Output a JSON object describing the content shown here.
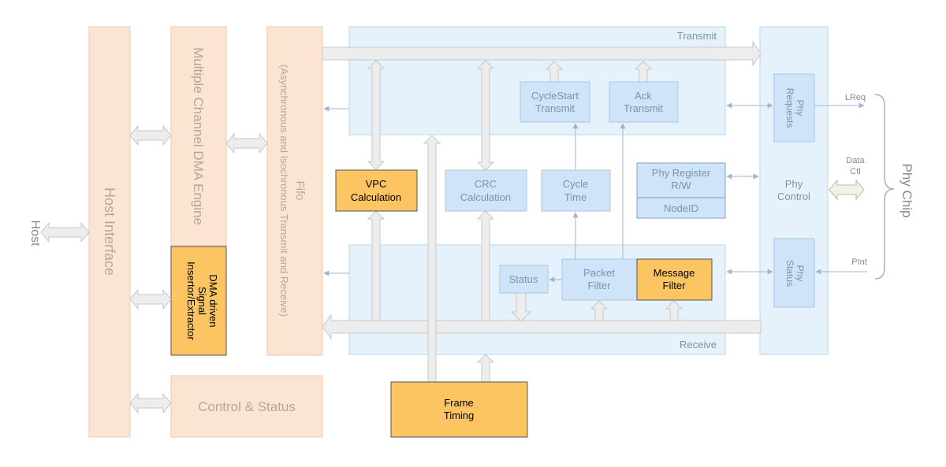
{
  "labels": {
    "host": "Host",
    "host_interface": "Host Interface",
    "dma_engine": "Multiple Channel DMA Engine",
    "dma_signal": [
      "DMA driven",
      "Signal",
      "Insertor/Extractor"
    ],
    "control_status": "Control & Status",
    "fifo": "Fifo",
    "fifo_sub": "(Asynchronous and Isochronous Transmit and Receive)",
    "transmit": "Transmit",
    "receive": "Receive",
    "cyclestart": [
      "CycleStart",
      "Transmit"
    ],
    "ack": [
      "Ack",
      "Transmit"
    ],
    "vpc": [
      "VPC",
      "Calculation"
    ],
    "crc": [
      "CRC",
      "Calculation"
    ],
    "cycle_time": [
      "Cycle",
      "Time"
    ],
    "phy_register": [
      "Phy Register",
      "R/W"
    ],
    "nodeid": "NodeID",
    "status": "Status",
    "packet_filter": [
      "Packet",
      "Filter"
    ],
    "message_filter": [
      "Message",
      "Filter"
    ],
    "frame_timing": [
      "Frame",
      "Timing"
    ],
    "phy_requests": [
      "Phy",
      "Requests"
    ],
    "phy_control": [
      "Phy",
      "Control"
    ],
    "phy_status": [
      "Phy",
      "Status"
    ],
    "lreq": "LReq",
    "data_ctl": [
      "Data",
      "Ctl"
    ],
    "pint": "PInt",
    "phy_chip": "Phy Chip"
  },
  "colors": {
    "peach": "#fce4d3",
    "light_blue": "#e6f2fb",
    "block_blue": "#cfe4f8",
    "orange": "#fdc561",
    "arrow_gray": "#ededed",
    "arrow_blue": "#9fb6d2"
  }
}
